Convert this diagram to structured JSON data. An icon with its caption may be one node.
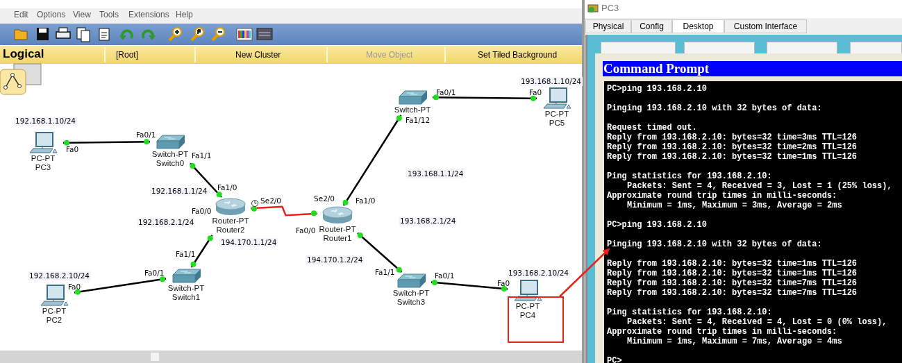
{
  "diagram": {
    "nodes": [
      {
        "text": [
          "PC-PT",
          "PC3"
        ]
      },
      {
        "text": [
          "Switch-PT",
          "Switch0"
        ]
      },
      {
        "text": [
          "Router-PT",
          "Router2"
        ]
      },
      {
        "text": [
          "Switch-PT",
          "Switch1"
        ]
      },
      {
        "text": [
          "PC-PT",
          "PC2"
        ]
      },
      {
        "text": [
          "Router-PT",
          "Router1"
        ]
      },
      {
        "text": [
          "Switch-PT"
        ]
      },
      {
        "text": [
          "PC-PT",
          "PC5"
        ]
      },
      {
        "text": [
          "Switch-PT",
          "Switch3"
        ]
      },
      {
        "text": [
          "PC-PT",
          "PC4"
        ]
      },
      {
        "text": [],
        "shape": "box"
      },
      {
        "text": [
          "Pinging 193.168.2.10 with 32 bytes of data:"
        ]
      }
    ],
    "edges": [
      {
        "from": 0,
        "to": 1,
        "arrow": "none"
      },
      {
        "from": 1,
        "to": 2,
        "arrow": "none"
      },
      {
        "from": 2,
        "to": 5,
        "arrow": "none",
        "color": "#e8211b"
      },
      {
        "from": 2,
        "to": 3,
        "arrow": "none"
      },
      {
        "from": 3,
        "to": 4,
        "arrow": "none"
      },
      {
        "from": 5,
        "to": 6,
        "arrow": "none"
      },
      {
        "from": 6,
        "to": 7,
        "arrow": "none"
      },
      {
        "from": 5,
        "to": 8,
        "arrow": "none"
      },
      {
        "from": 8,
        "to": 9,
        "arrow": "none"
      },
      {
        "from": 10,
        "to": 11,
        "arrow": "to",
        "color": "#e8211b"
      }
    ],
    "labels": [
      "Edit",
      "Options",
      "View",
      "Tools",
      "Extensions",
      "Help",
      "Logical",
      "[Root]",
      "New Cluster",
      "Move Object",
      "Set Tiled Background",
      "PC3",
      "Physical",
      "Config",
      "Desktop",
      "Custom Interface",
      "Command Prompt",
      "PC>ping 193.168.2.10",
      "Pinging 193.168.2.10 with 32 bytes of data:",
      "Request timed out.",
      "Reply from 193.168.2.10: bytes=32 time=3ms TTL=126",
      "Reply from 193.168.2.10: bytes=32 time=2ms TTL=126",
      "Reply from 193.168.2.10: bytes=32 time=1ms TTL=126",
      "Ping statistics for 193.168.2.10:",
      "Packets: Sent = 4, Received = 3, Lost = 1 (25% loss),",
      "Approximate round trip times in milli-seconds:",
      "Minimum = 1ms, Maximum = 3ms, Average = 2ms",
      "PC>ping 193.168.2.10",
      "Reply from 193.168.2.10: bytes=32 time=1ms TTL=126",
      "Reply from 193.168.2.10: bytes=32 time=1ms TTL=126",
      "Reply from 193.168.2.10: bytes=32 time=7ms TTL=126",
      "Reply from 193.168.2.10: bytes=32 time=7ms TTL=126",
      "Ping statistics for 193.168.2.10:",
      "Packets: Sent = 4, Received = 4, Lost = 0 (0% loss),",
      "Approximate round trip times in milli-seconds:",
      "Minimum = 1ms, Maximum = 7ms, Average = 4ms",
      "PC>",
      "192.168.1.10/24",
      "193.168.1.10/24",
      "Fa0/1",
      "Fa0",
      "Fa1/12",
      "Fa0",
      "Fa0/1",
      "Fa1/1",
      "193.168.1.1/24",
      "192.168.1.1/24",
      "Fa1/0",
      "Se2/0",
      "Se2/0",
      "Fa1/0",
      "192.168.2.1/24",
      "Fa0/0",
      "193.168.2.1/24",
      "Fa0/0",
      "194.170.1.1/24",
      "Fa1/1",
      "194.170.1.2/24",
      "192.168.2.10/24",
      "Fa0/1",
      "Fa1/1",
      "Fa0/1",
      "193.168.2.10/24",
      "Fa0",
      "Fa0"
    ]
  }
}
